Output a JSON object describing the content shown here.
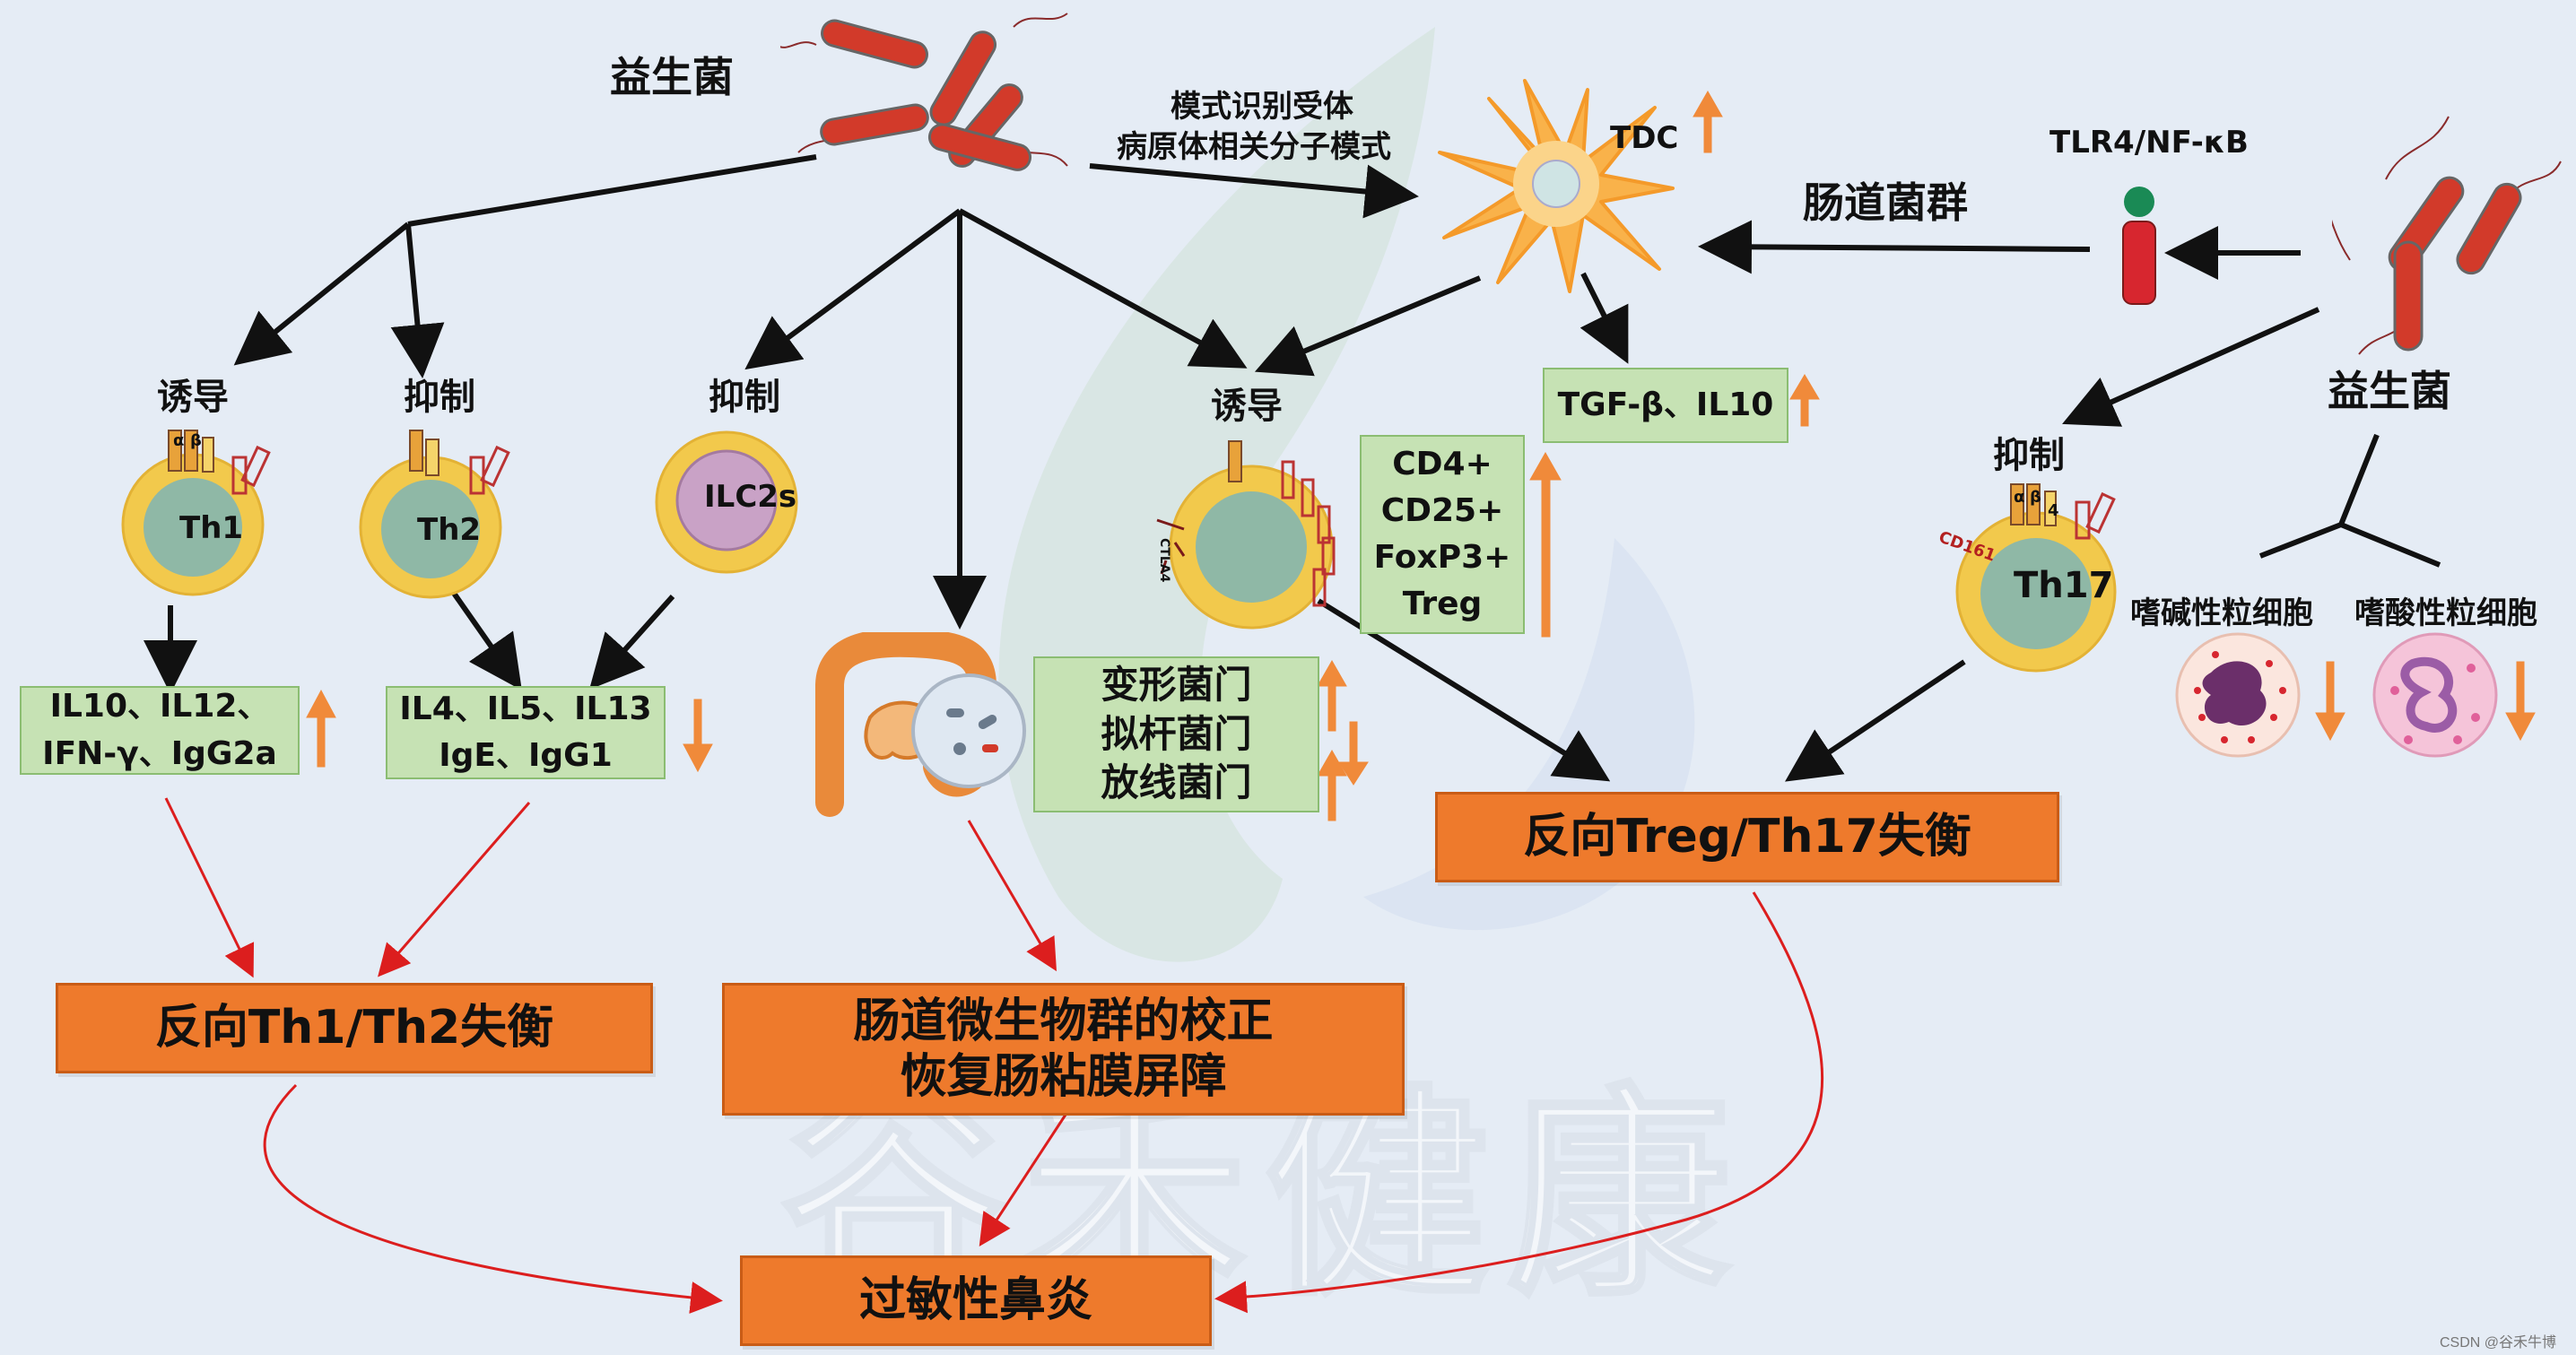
{
  "labels": {
    "probiotic_top": "益生菌",
    "pattern_line1": "模式识别受体",
    "pattern_line2": "病原体相关分子模式",
    "tdc": "TDC",
    "gut_flora": "肠道菌群",
    "tlr4": "TLR4/NF-κB",
    "probiotic_right": "益生菌",
    "induce_1": "诱导",
    "inhibit_1": "抑制",
    "inhibit_2": "抑制",
    "induce_2": "诱导",
    "inhibit_3": "抑制",
    "basophil": "嗜碱性粒细胞",
    "eosinophil": "嗜酸性粒细胞"
  },
  "cells": {
    "th1": "Th1",
    "th2": "Th2",
    "ilc2": "ILC2s",
    "th17": "Th17",
    "cd161": "CD161",
    "receptor_alpha": "α",
    "receptor_beta": "β",
    "receptor_num": "4",
    "ctla4": "CTLA4"
  },
  "boxes": {
    "th1_cytokines": [
      "IL10、IL12、",
      "IFN-γ、IgG2a"
    ],
    "th2_cytokines": [
      "IL4、IL5、IL13",
      "IgE、IgG1"
    ],
    "phyla": [
      "变形菌门",
      "拟杆菌门",
      "放线菌门"
    ],
    "treg_markers": [
      "CD4+",
      "CD25+",
      "FoxP3+",
      "Treg"
    ],
    "tgf": "TGF-β、IL10"
  },
  "outcomes": {
    "th1_th2": "反向Th1/Th2失衡",
    "microbiota": [
      "肠道微生物群的校正",
      "恢复肠粘膜屏障"
    ],
    "treg_th17": "反向Treg/Th17失衡",
    "final": "过敏性鼻炎"
  },
  "watermark": "谷禾健康",
  "credit": "CSDN @谷禾牛博",
  "colors": {
    "background": "#e5ecf5",
    "green_box": "#c6e2b4",
    "orange_box": "#ee7a2c",
    "up_arrow": "#f08a3a",
    "red_arrow": "#dc1e1e",
    "cell_body": "#f2c94c",
    "cell_nucleus": "#8fb8a6",
    "bacteria": "#d23a2a"
  }
}
